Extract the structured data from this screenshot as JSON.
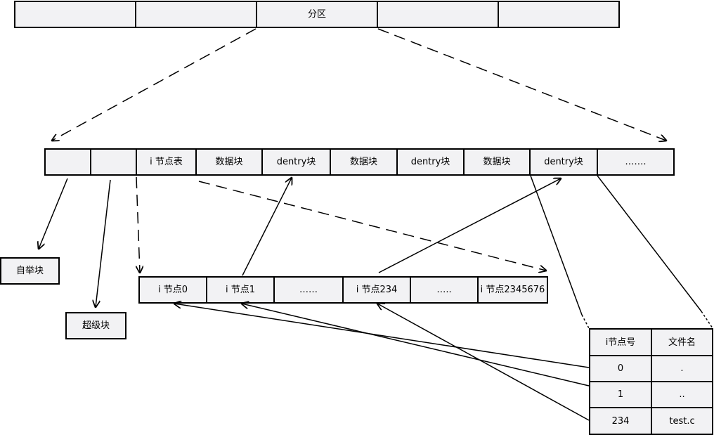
{
  "partition_row": [
    "",
    "",
    "分区",
    "",
    ""
  ],
  "block_row": [
    "",
    "",
    "i 节点表",
    "数据块",
    "dentry块",
    "数据块",
    "dentry块",
    "数据块",
    "dentry块",
    "……."
  ],
  "boot_block": "自举块",
  "super_block": "超级块",
  "inode_row": [
    "i 节点0",
    "i 节点1",
    "……",
    "i 节点234",
    "…..",
    "i 节点2345676"
  ],
  "dentry_table": {
    "headers": [
      "i节点号",
      "文件名"
    ],
    "rows": [
      {
        "inode": "0",
        "name": "."
      },
      {
        "inode": "1",
        "name": ".."
      },
      {
        "inode": "234",
        "name": "test.c"
      }
    ]
  }
}
